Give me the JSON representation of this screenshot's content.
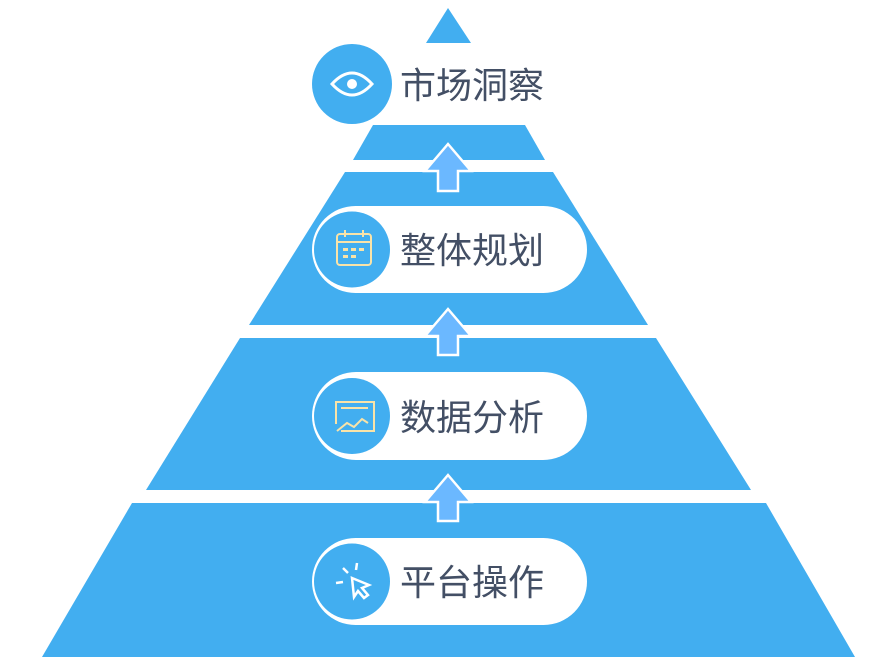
{
  "colors": {
    "band": "#42AEF0",
    "text": "#434F65",
    "arrow": "#6BB8FF",
    "icon": "#F9E3A8"
  },
  "levels": [
    {
      "label": "市场洞察",
      "icon": "eye-icon"
    },
    {
      "label": "整体规划",
      "icon": "calendar-icon"
    },
    {
      "label": "数据分析",
      "icon": "chart-window-icon"
    },
    {
      "label": "平台操作",
      "icon": "cursor-click-icon"
    }
  ]
}
